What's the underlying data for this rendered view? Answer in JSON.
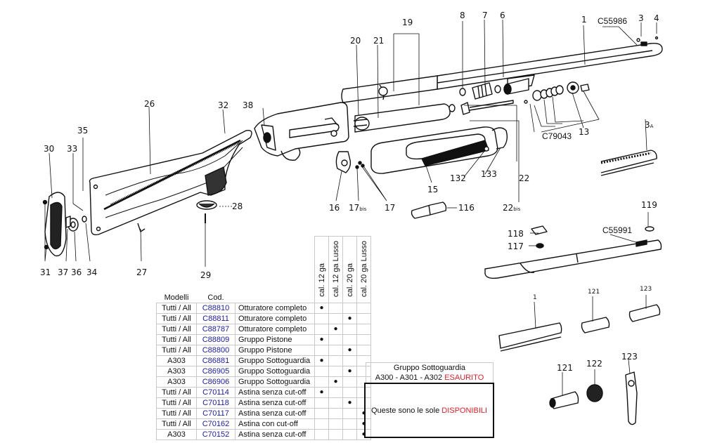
{
  "diagram": {
    "callouts": {
      "p1": "1",
      "p3": "3",
      "p4": "4",
      "p3a": "3",
      "p3a_sub": "A",
      "p6": "6",
      "p7": "7",
      "p8": "8",
      "p13": "13",
      "p15": "15",
      "p16": "16",
      "p17": "17",
      "p17bis": "17",
      "p17bis_sub": "bis",
      "p19": "19",
      "p20": "20",
      "p21": "21",
      "p22": "22",
      "p22bis": "22",
      "p22bis_sub": "bis",
      "p26": "26",
      "p27": "27",
      "p28": "28",
      "p29": "29",
      "p30": "30",
      "p31": "31",
      "p32": "32",
      "p33": "33",
      "p34": "34",
      "p35": "35",
      "p36": "36",
      "p37": "37",
      "p38": "38",
      "p116": "116",
      "p117": "117",
      "p118": "118",
      "p119": "119",
      "p121a": "121",
      "p121b": "121",
      "p122": "122",
      "p123a": "123",
      "p123b": "123",
      "p132": "132",
      "p133": "133",
      "p1b": "1"
    },
    "codes": {
      "c55986": "C55986",
      "c79043": "C79043",
      "c55991": "C55991"
    }
  },
  "table": {
    "headers": {
      "model": "Modelli",
      "code": "Cod.",
      "columns": [
        "cal. 12 ga",
        "cal. 12 ga Lusso",
        "cal. 20 ga",
        "cal. 20 ga Lusso"
      ]
    },
    "rows": [
      {
        "model": "Tutti / All",
        "code": "C88810",
        "desc": "Otturatore completo",
        "marks": [
          "●",
          "",
          "",
          ""
        ]
      },
      {
        "model": "Tutti / All",
        "code": "C88811",
        "desc": "Otturatore completo",
        "marks": [
          "",
          "",
          "●",
          ""
        ]
      },
      {
        "model": "Tutti / All",
        "code": "C88787",
        "desc": "Otturatore completo",
        "marks": [
          "",
          "●",
          "",
          ""
        ]
      },
      {
        "model": "Tutti / All",
        "code": "C88809",
        "desc": "Gruppo Pistone",
        "marks": [
          "●",
          "",
          "",
          ""
        ]
      },
      {
        "model": "Tutti / All",
        "code": "C88800",
        "desc": "Gruppo Pistone",
        "marks": [
          "",
          "",
          "●",
          ""
        ]
      },
      {
        "model": "A303",
        "code": "C86881",
        "desc": "Gruppo Sottoguardia",
        "marks": [
          "●",
          "",
          "",
          ""
        ]
      },
      {
        "model": "A303",
        "code": "C86905",
        "desc": "Gruppo Sottoguardia",
        "marks": [
          "",
          "",
          "●",
          ""
        ]
      },
      {
        "model": "A303",
        "code": "C86906",
        "desc": "Gruppo Sottoguardia",
        "marks": [
          "",
          "●",
          "",
          ""
        ]
      },
      {
        "model": "Tutti / All",
        "code": "C70114",
        "desc": "Astina senza cut-off",
        "marks": [
          "●",
          "",
          "",
          ""
        ]
      },
      {
        "model": "Tutti / All",
        "code": "C70118",
        "desc": "Astina senza cut-off",
        "marks": [
          "",
          "",
          "●",
          ""
        ]
      },
      {
        "model": "Tutti / All",
        "code": "C70117",
        "desc": "Astina senza cut-off",
        "marks": [
          "",
          "",
          "",
          "●"
        ]
      },
      {
        "model": "Tutti / All",
        "code": "C70162",
        "desc": "Astina con cut-off",
        "marks": [
          "",
          "",
          "",
          "●"
        ]
      },
      {
        "model": "A303",
        "code": "C70152",
        "desc": "Astina senza cut-off",
        "marks": [
          "",
          "",
          "",
          "●"
        ]
      }
    ]
  },
  "notes": {
    "unavailable_line1": "Gruppo Sottoguardia",
    "unavailable_line2": "A300 - A301 - A302",
    "unavailable_status": "ESAURITO",
    "available_text": "Queste sono le sole",
    "available_status": "DISPONIBILI",
    "status_color": "#e0202a",
    "code_color": "#1a1aa6"
  }
}
